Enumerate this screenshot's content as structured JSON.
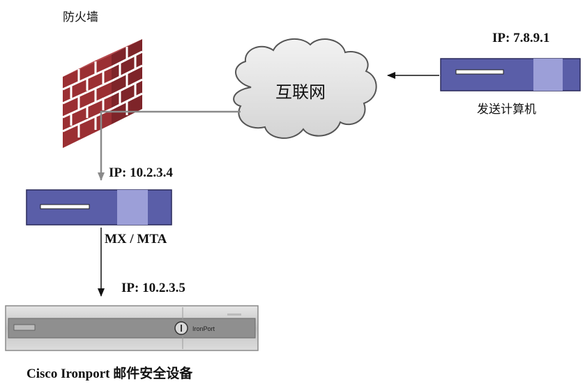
{
  "labels": {
    "firewall": "防火墙",
    "internet": "互联网",
    "sender_ip": "IP: 7.8.9.1",
    "sender": "发送计算机",
    "mx_ip": "IP: 10.2.3.4",
    "mx": "MX / MTA",
    "appliance_ip": "IP: 10.2.3.5",
    "appliance": "Cisco Ironport 邮件安全设备",
    "appliance_brand": "IronPort"
  },
  "icons": {
    "firewall": "brick-wall-icon",
    "internet": "cloud-icon",
    "server": "rack-server-icon",
    "appliance": "ironport-appliance-icon"
  },
  "colors": {
    "brick": "#9b2f33",
    "mortar": "#ffffff",
    "server_body": "#5a5ea8",
    "server_slot": "#ffffff",
    "cloud_fill": "#e6e6e6",
    "cloud_stroke": "#555555",
    "appliance_body": "#cfcfcf"
  }
}
